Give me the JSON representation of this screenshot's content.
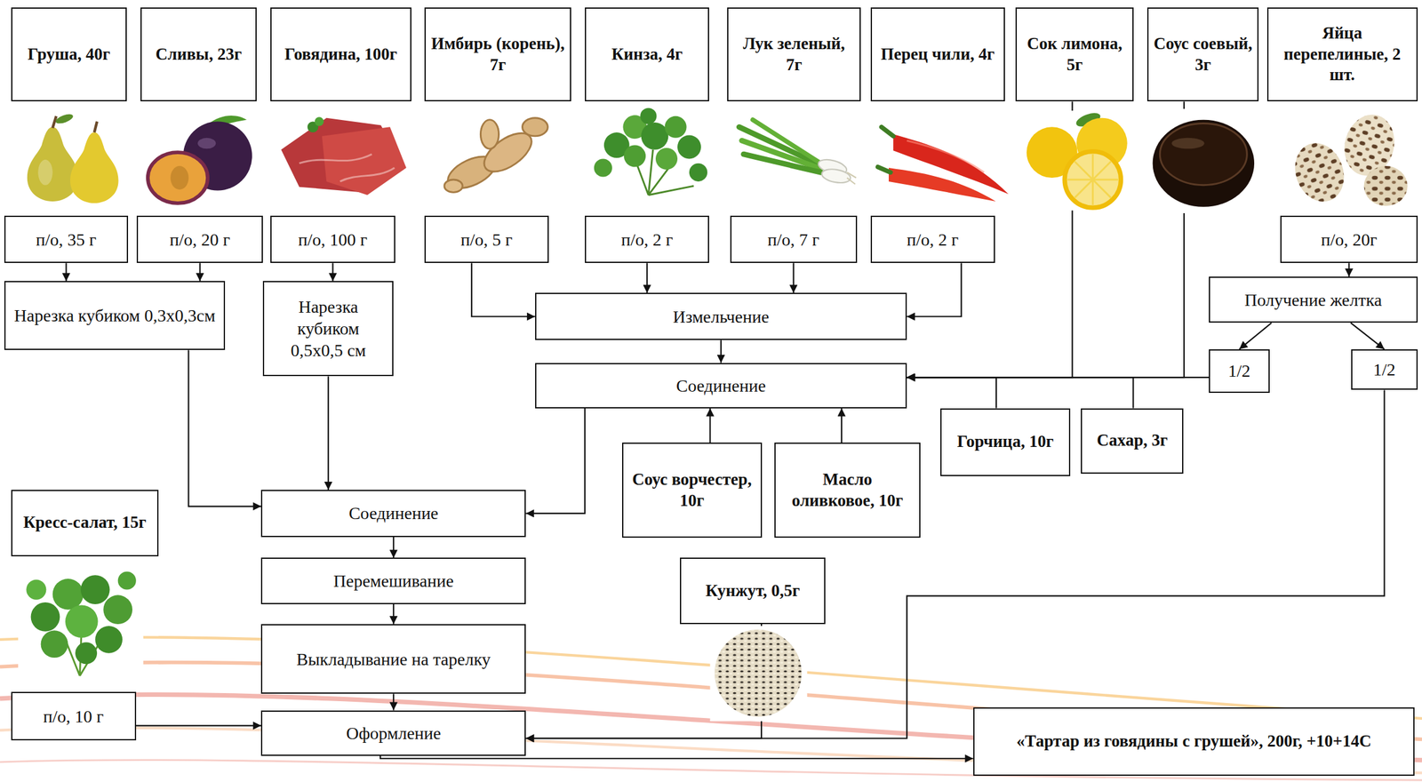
{
  "diagram": {
    "nodes": [
      {
        "text": [
          "Груша, 40г"
        ]
      },
      {
        "text": [
          "Сливы, 23г"
        ]
      },
      {
        "text": [
          "Говядина, 100г"
        ]
      },
      {
        "text": [
          "Имбирь (корень), 7г"
        ]
      },
      {
        "text": [
          "Кинза, 4г"
        ]
      },
      {
        "text": [
          "Лук зеленый, 7г"
        ]
      },
      {
        "text": [
          "Перец чили, 4г"
        ]
      },
      {
        "text": [
          "Сок лимона, 5г"
        ]
      },
      {
        "text": [
          "Соус соевый, 3г"
        ]
      },
      {
        "text": [
          "Яйца перепелиные, 2 шт."
        ]
      },
      {
        "text": [
          "п/о, 35 г"
        ]
      },
      {
        "text": [
          "п/о, 20 г"
        ]
      },
      {
        "text": [
          "п/о, 100 г"
        ]
      },
      {
        "text": [
          "п/о, 5 г"
        ]
      },
      {
        "text": [
          "п/о, 2 г"
        ]
      },
      {
        "text": [
          "п/о, 7 г"
        ]
      },
      {
        "text": [
          "п/о, 2 г"
        ]
      },
      {
        "text": [
          "п/о, 20г"
        ]
      },
      {
        "text": [
          "Нарезка кубиком 0,3х0,3см"
        ]
      },
      {
        "text": [
          "Нарезка кубиком 0,5х0,5 см"
        ]
      },
      {
        "text": [
          "Измельчение"
        ]
      },
      {
        "text": [
          "Получение желтка"
        ]
      },
      {
        "text": [
          "1/2"
        ]
      },
      {
        "text": [
          "1/2"
        ]
      },
      {
        "text": [
          "Соединение"
        ]
      },
      {
        "text": [
          "Горчица, 10г"
        ]
      },
      {
        "text": [
          "Сахар, 3г"
        ]
      },
      {
        "text": [
          "Кресс-салат, 15г"
        ]
      },
      {
        "text": [
          "Соединение"
        ]
      },
      {
        "text": [
          "Соус ворчестер, 10г"
        ]
      },
      {
        "text": [
          "Масло оливковое, 10г"
        ]
      },
      {
        "text": [
          "Перемешивание"
        ]
      },
      {
        "text": [
          "Кунжут, 0,5г"
        ]
      },
      {
        "text": [
          "Выкладывание на тарелку"
        ]
      },
      {
        "text": [
          "п/о, 10 г"
        ]
      },
      {
        "text": [
          "Оформление"
        ]
      },
      {
        "text": [
          "«Тартар из говядины с грушей», 200г, +10+14С"
        ]
      }
    ],
    "edges": [
      {
        "from": 10,
        "to": 18,
        "arrow": "to"
      },
      {
        "from": 11,
        "to": 18,
        "arrow": "to"
      },
      {
        "from": 12,
        "to": 19,
        "arrow": "to"
      },
      {
        "from": 13,
        "to": 20,
        "arrow": "to"
      },
      {
        "from": 14,
        "to": 20,
        "arrow": "to"
      },
      {
        "from": 15,
        "to": 20,
        "arrow": "to"
      },
      {
        "from": 16,
        "to": 20,
        "arrow": "to"
      },
      {
        "from": 17,
        "to": 21,
        "arrow": "to"
      },
      {
        "from": 21,
        "to": 22,
        "arrow": "to"
      },
      {
        "from": 21,
        "to": 23,
        "arrow": "to"
      },
      {
        "from": 20,
        "to": 24,
        "arrow": "to"
      },
      {
        "from": 22,
        "to": 24,
        "arrow": "to"
      },
      {
        "from": 7,
        "to": 24,
        "arrow": "to"
      },
      {
        "from": 8,
        "to": 24,
        "arrow": "to"
      },
      {
        "from": 25,
        "to": 24,
        "arrow": "to"
      },
      {
        "from": 26,
        "to": 24,
        "arrow": "to"
      },
      {
        "from": 29,
        "to": 24,
        "arrow": "to"
      },
      {
        "from": 30,
        "to": 24,
        "arrow": "to"
      },
      {
        "from": 24,
        "to": 28,
        "arrow": "to"
      },
      {
        "from": 18,
        "to": 28,
        "arrow": "to"
      },
      {
        "from": 19,
        "to": 28,
        "arrow": "to"
      },
      {
        "from": 28,
        "to": 31,
        "arrow": "to"
      },
      {
        "from": 31,
        "to": 33,
        "arrow": "to"
      },
      {
        "from": 33,
        "to": 35,
        "arrow": "to"
      },
      {
        "from": 34,
        "to": 35,
        "arrow": "to"
      },
      {
        "from": 23,
        "to": 35,
        "arrow": "to"
      },
      {
        "from": 32,
        "to": 35,
        "arrow": "to"
      },
      {
        "from": 35,
        "to": 36,
        "arrow": "to"
      }
    ]
  }
}
